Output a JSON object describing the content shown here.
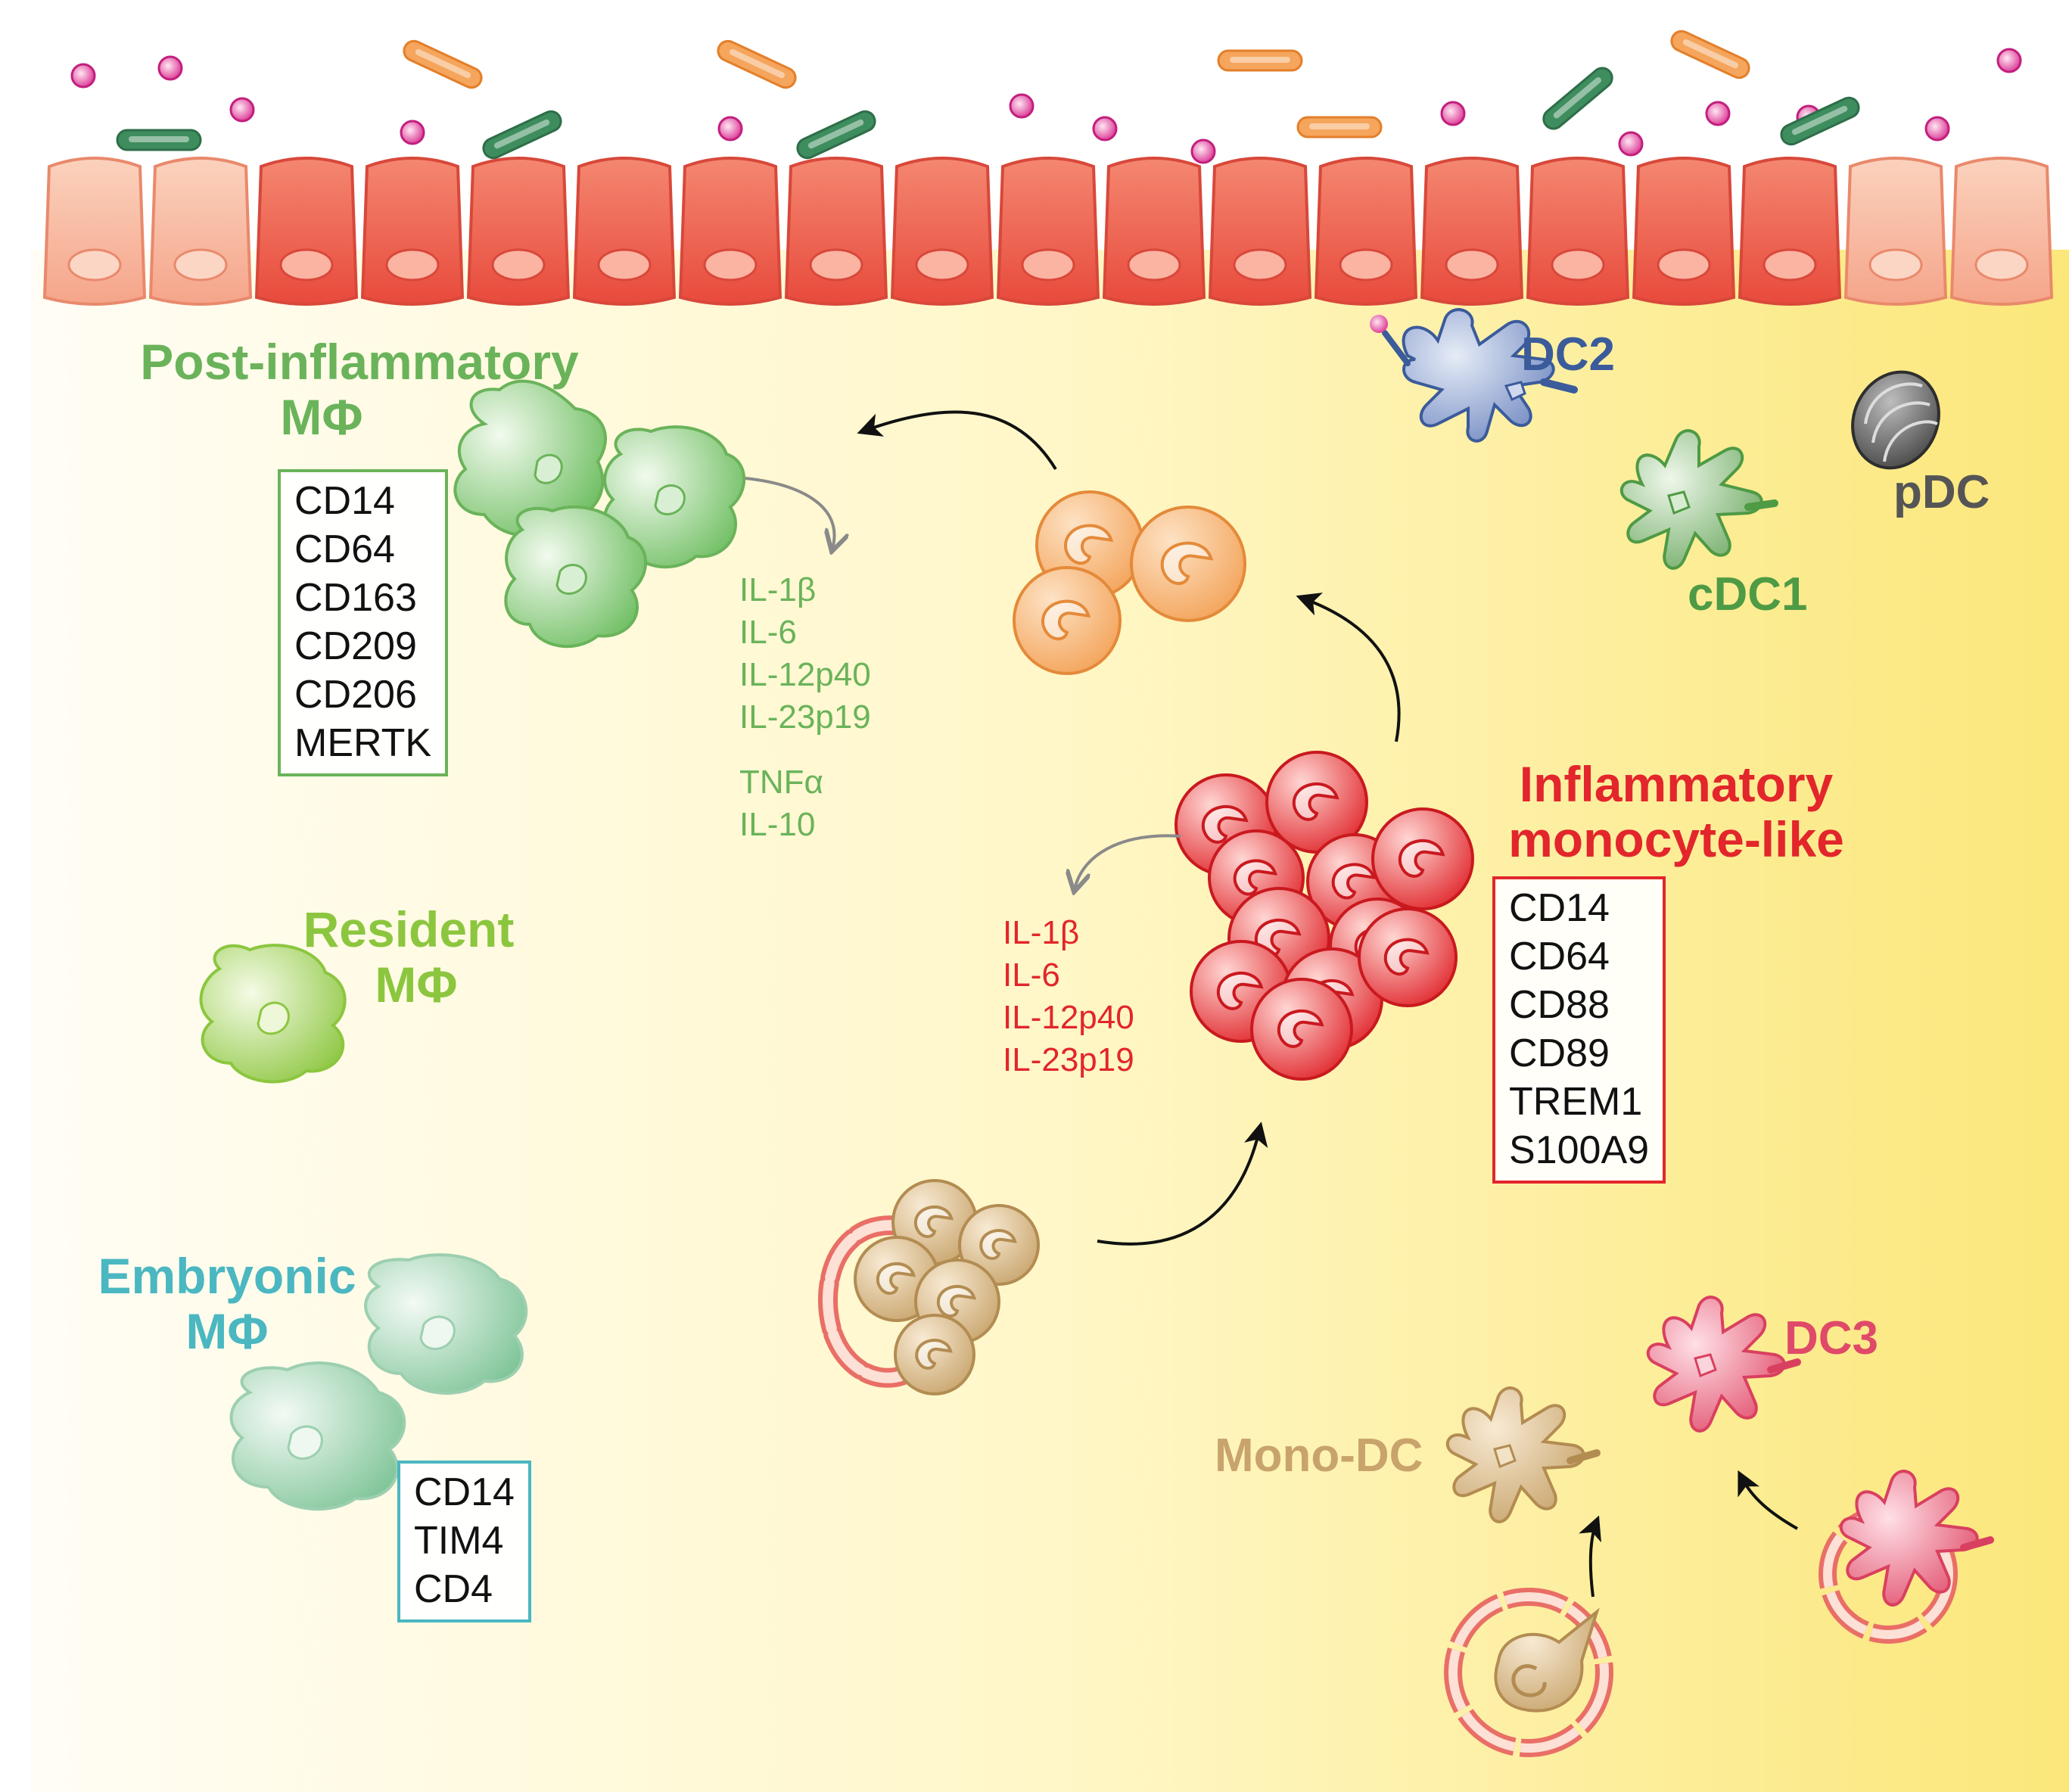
{
  "colors": {
    "green": "#6ab35a",
    "lime": "#8cc63f",
    "teal": "#4ab7c1",
    "red": "#e2262b",
    "navy": "#3b5b9b",
    "dark_green": "#4f9a44",
    "gray": "#555555",
    "tan": "#c8a46c",
    "pink": "#e04a69"
  },
  "labels": {
    "post_inflammatory_line1": "Post-inflammatory",
    "post_inflammatory_line2": "MΦ",
    "resident_line1": "Resident",
    "resident_line2": "MΦ",
    "embryonic_line1": "Embryonic",
    "embryonic_line2": "MΦ",
    "inflammatory_line1": "Inflammatory",
    "inflammatory_line2": "monocyte-like",
    "dc2": "DC2",
    "pdc": "pDC",
    "cdc1": "cDC1",
    "dc3": "DC3",
    "mono_dc": "Mono-DC"
  },
  "post_inflammatory_markers": [
    "CD14",
    "CD64",
    "CD163",
    "CD209",
    "CD206",
    "MERTK"
  ],
  "inflammatory_markers": [
    "CD14",
    "CD64",
    "CD88",
    "CD89",
    "TREM1",
    "S100A9"
  ],
  "embryonic_markers": [
    "CD14",
    "TIM4",
    "CD4"
  ],
  "post_inflammatory_cytokines": [
    "IL-1β",
    "IL-6",
    "IL-12p40",
    "IL-23p19"
  ],
  "post_inflammatory_cytokines_2": [
    "TNFα",
    "IL-10"
  ],
  "inflammatory_cytokines": [
    "IL-1β",
    "IL-6",
    "IL-12p40",
    "IL-23p19"
  ]
}
